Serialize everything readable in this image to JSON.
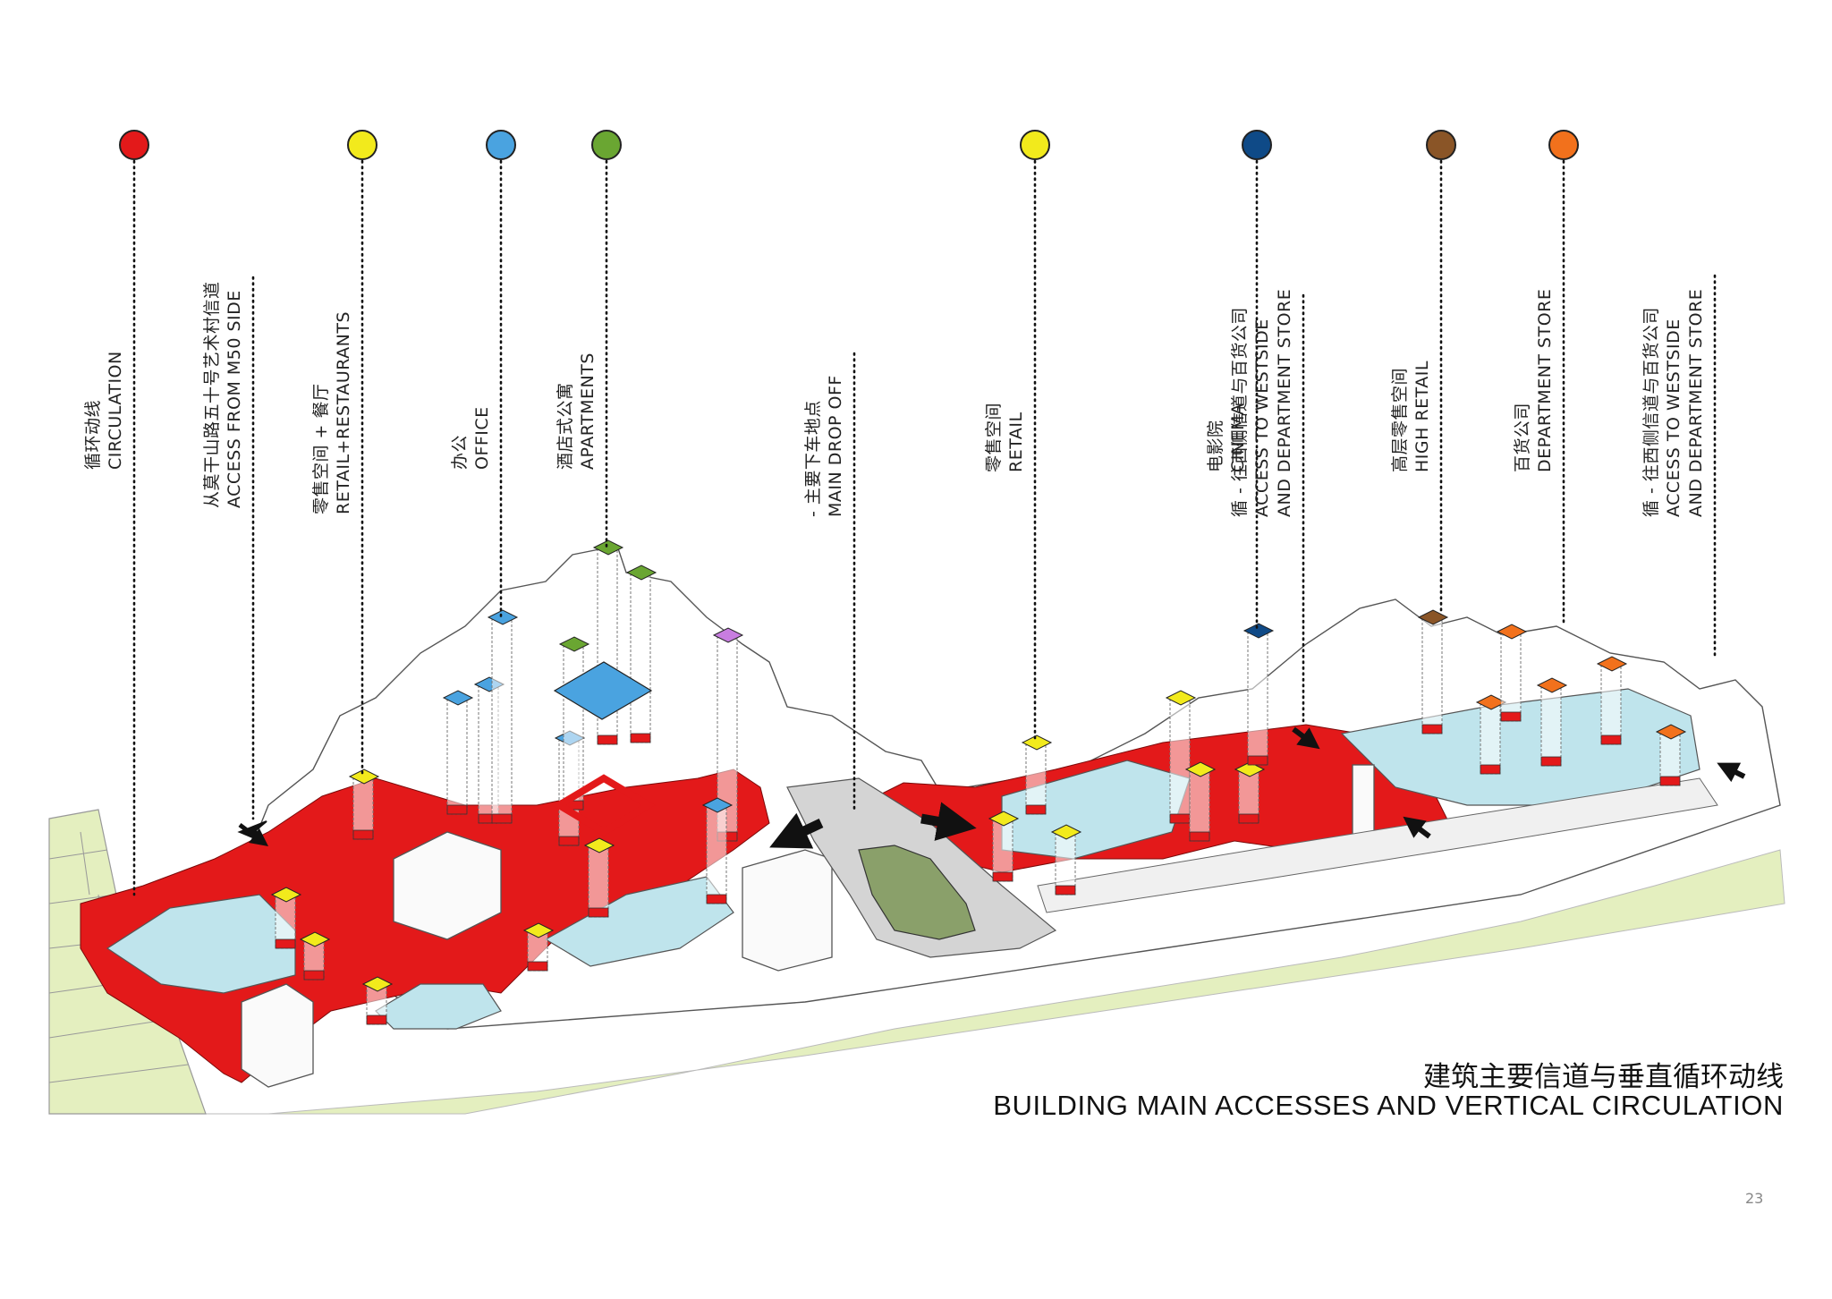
{
  "colors": {
    "red": "#e3191a",
    "yellow": "#f2ea1c",
    "light_blue": "#4aa3e0",
    "green": "#6aa632",
    "dark_blue": "#0f4a87",
    "brown": "#8a5527",
    "orange": "#f2711c",
    "purple": "#c87de0",
    "water": "#bfe4ec",
    "landscape": "#e4efbf"
  },
  "legend": [
    {
      "color": "#e3191a",
      "cn": "循环动线",
      "en": "CIRCULATION"
    },
    {
      "color": "",
      "cn": "从莫干山路五十号艺术村信道",
      "en": "ACCESS FROM M50 SIDE"
    },
    {
      "color": "#f2ea1c",
      "cn": "零售空间 + 餐厅",
      "en": "RETAIL+RESTAURANTS"
    },
    {
      "color": "#4aa3e0",
      "cn": "办公",
      "en": "OFFICE"
    },
    {
      "color": "#6aa632",
      "cn": "酒店式公寓",
      "en": "APARTMENTS"
    },
    {
      "color": "",
      "cn": "- 主要下车地点",
      "en": "MAIN DROP OFF"
    },
    {
      "color": "#f2ea1c",
      "cn": "零售空间",
      "en": "RETAIL"
    },
    {
      "color": "#0f4a87",
      "cn": "电影院",
      "en": "CINEMA"
    },
    {
      "color": "",
      "cn": "循 - 往西侧信道与百货公司",
      "en": "ACCESS TO WESTSIDE",
      "en2": "AND DEPARTMENT STORE"
    },
    {
      "color": "#8a5527",
      "cn": "高层零售空间",
      "en": "HIGH RETAIL"
    },
    {
      "color": "#f2711c",
      "cn": "百货公司",
      "en": "DEPARTMENT STORE"
    },
    {
      "color": "",
      "cn": "循 - 往西侧信道与百货公司",
      "en": "ACCESS TO WESTSIDE",
      "en2": "AND DEPARTMENT STORE"
    }
  ],
  "title": {
    "cn": "建筑主要信道与垂直循环动线",
    "en": "BUILDING MAIN ACCESSES AND VERTICAL CIRCULATION"
  },
  "page_number": "23"
}
